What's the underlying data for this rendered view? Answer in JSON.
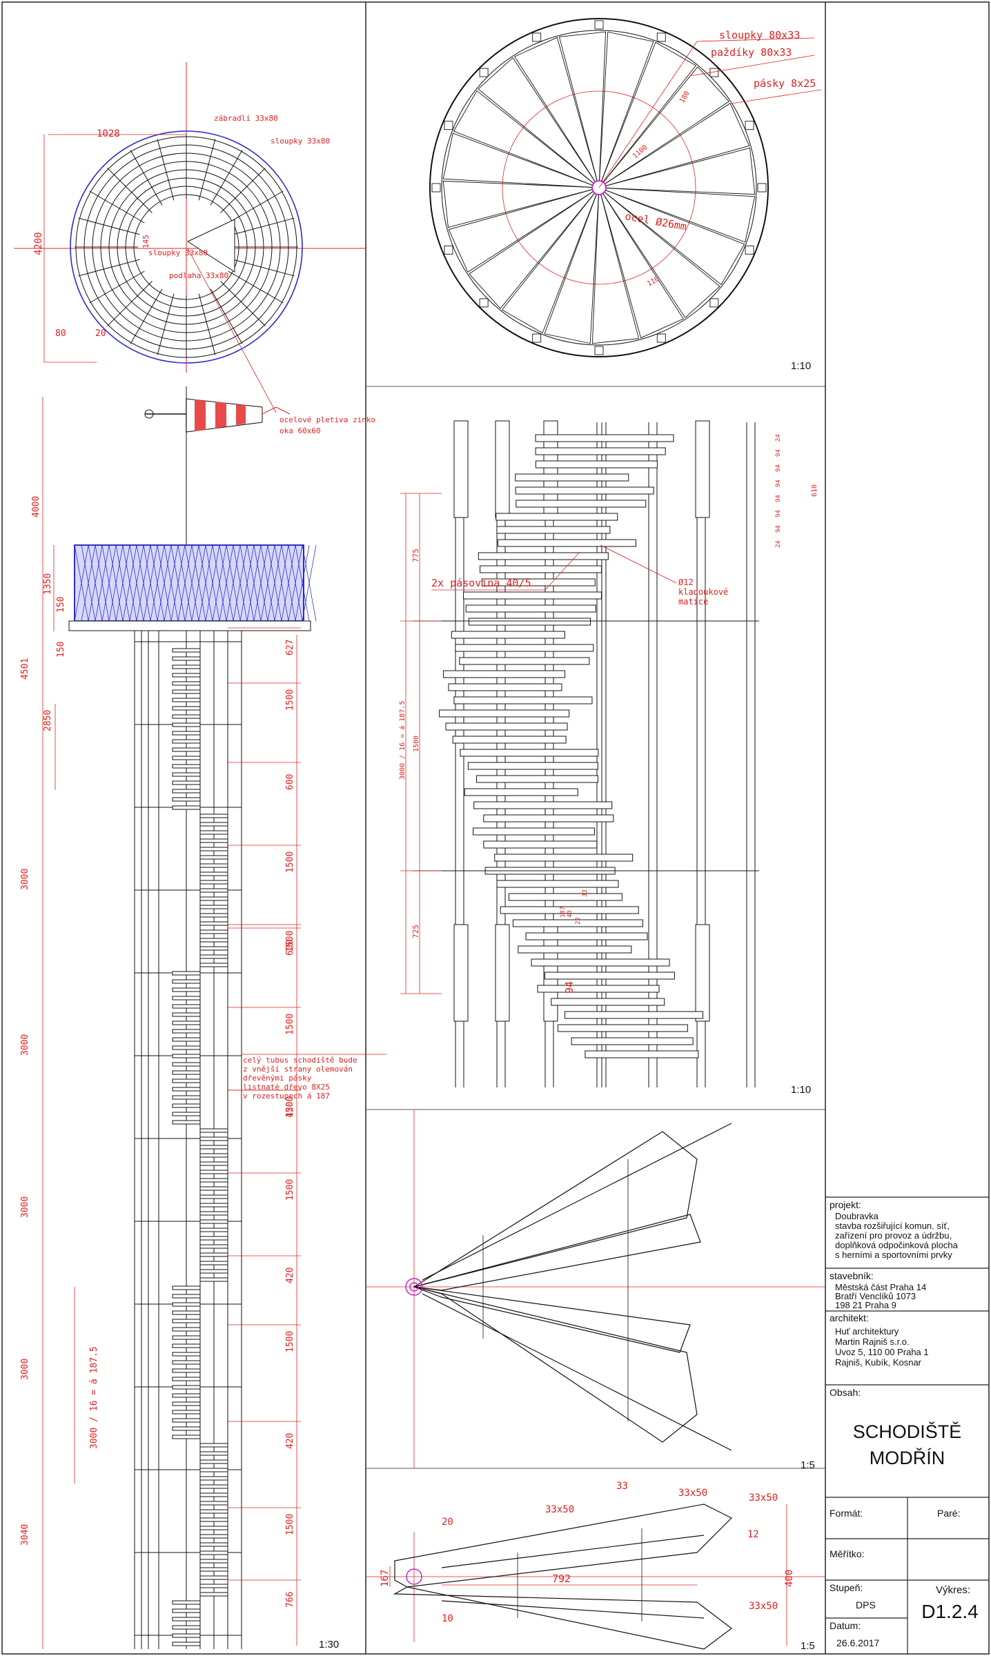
{
  "top_plan": {
    "labels": {
      "zabradli": "zábradlí 33x80",
      "sloupky": "sloupky 33x80",
      "dim_1028": "1028",
      "dim_4200": "4200",
      "dim_145": "145",
      "sloupky2": "sloupky 33x80",
      "podlaha": "podlaha 33x80",
      "dim_80": "80",
      "dim_20": "20"
    }
  },
  "windsock": {
    "label_line1": "ocelové pletiva zinko",
    "label_line2": "oka 60x60"
  },
  "elevation": {
    "left_dims": [
      "4000",
      "1350",
      "150",
      "150",
      "4501",
      "2850",
      "3000",
      "3000",
      "3000",
      "3000",
      "3000 / 16 = á 187.5",
      "3040"
    ],
    "right_dims": [
      "627",
      "1500",
      "600",
      "1500",
      "1500",
      "600",
      "1500",
      "1500",
      "420",
      "1500",
      "420",
      "1500",
      "420",
      "1500",
      "766"
    ],
    "note_lines": [
      "celý tubus schodiště bude",
      "z vnější strany olemován",
      "dřevěnými pásky",
      "listnaté dřevo 8X25",
      "v rozestupech á 187"
    ],
    "scale": "1:30"
  },
  "spiral_plan": {
    "labels": {
      "sloupky": "sloupky 80x33",
      "pazdiky": "paždíky 80x33",
      "pasky": "pásky 8x25",
      "ocel": "ocel Ø26mm",
      "dim_180": "180",
      "dim_110": "110",
      "dim_1100": "1100"
    },
    "scale": "1:10"
  },
  "detail_elev": {
    "labels": {
      "pasovina": "2x pásovina 40/5",
      "kladka1": "Ø12",
      "kladka2": "kladoukové",
      "kladka3": "matice",
      "dim_775": "775",
      "dim_3000": "3000 / 16 = á 187.5",
      "dim_1500": "1500",
      "dim_725": "725",
      "dim_94": "94",
      "dim_33": "33",
      "dim_22": "22",
      "dim_40": "40",
      "dim_187": "187",
      "small_right": [
        "24",
        "94",
        "94",
        "94",
        "94",
        "94",
        "94",
        "24"
      ],
      "dim_610": "610"
    },
    "scale": "1:10"
  },
  "step_detail": {
    "scale": "1:5"
  },
  "step_detail2": {
    "labels": {
      "d20": "20",
      "d33": "33",
      "d33x50a": "33x50",
      "d33x50b": "33x50",
      "d33x50c": "33x50",
      "d33x50d": "33x50",
      "d12": "12",
      "d400": "400",
      "d167": "167",
      "d792": "792",
      "d10": "10"
    },
    "scale": "1:5"
  },
  "title_block": {
    "projekt_label": "projekt:",
    "projekt_lines": [
      "Doubravka",
      "stavba rozšiřující komun. síť,",
      "zařízení pro provoz a údržbu,",
      "doplňková odpočinková plocha",
      "s herními a sportovními prvky"
    ],
    "stavebnik_label": "stavebník:",
    "stavebnik_lines": [
      "Městská část Praha 14",
      "Bratří Venclíků 1073",
      "198 21 Praha 9"
    ],
    "architekt_label": "architekt:",
    "architekt_lines": [
      "Huť architektury",
      "Martin Rajniš  s.r.o.",
      "Uvoz 5, 110 00 Praha 1",
      "Rajniš, Kubík, Kosnar"
    ],
    "obsah_label": "Obsah:",
    "title_line1": "SCHODIŠTĚ",
    "title_line2": "MODŘÍN",
    "format_label": "Formát:",
    "pare_label": "Paré:",
    "meritko_label": "Měřítko:",
    "stupen_label": "Stupeň:",
    "stupen_value": "DPS",
    "vykres_label": "Výkres:",
    "vykres_value": "D1.2.4",
    "datum_label": "Datum:",
    "datum_value": "26.6.2017"
  },
  "colors": {
    "line": "#111111",
    "dim": "#e02020",
    "mesh": "#1a1acc",
    "accent": "#cc22cc"
  }
}
